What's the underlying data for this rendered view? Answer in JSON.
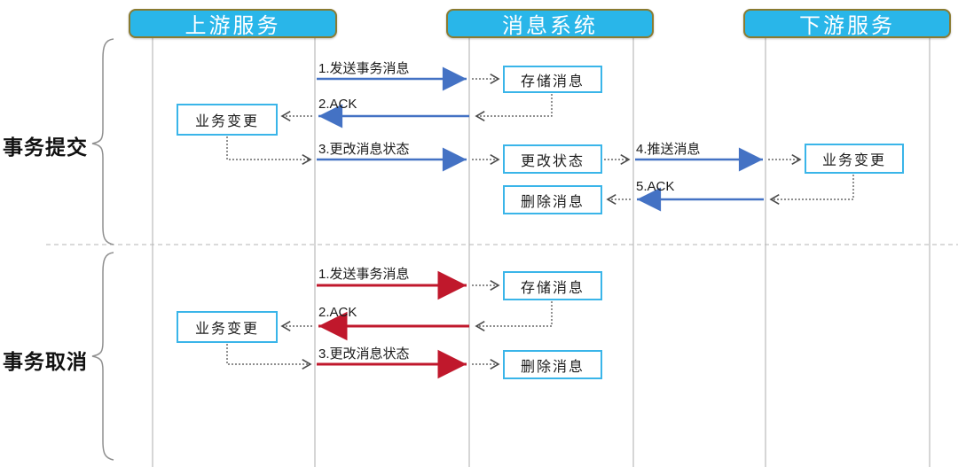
{
  "diagram_title": "transactional-message-sequence",
  "colors": {
    "header_fill": "#29B6E9",
    "header_border": "#8A7B31",
    "box_border": "#3AB5E9",
    "arrow_blue": "#4472C4",
    "arrow_red": "#C0182C",
    "lifeline_gray": "#D6D6D6",
    "connector_gray": "#4A4A4A"
  },
  "actors": [
    {
      "label": "上游服务"
    },
    {
      "label": "消息系统"
    },
    {
      "label": "下游服务"
    }
  ],
  "sections": [
    {
      "label": "事务提交"
    },
    {
      "label": "事务取消"
    }
  ],
  "boxes": {
    "store_top": "存储消息",
    "biz_left_top": "业务变更",
    "change_status": "更改状态",
    "delete_top": "删除消息",
    "biz_right": "业务变更",
    "store_bottom": "存储消息",
    "biz_left_bottom": "业务变更",
    "delete_bottom": "删除消息"
  },
  "messages": {
    "commit": [
      {
        "label": "1.发送事务消息"
      },
      {
        "label": "2.ACK"
      },
      {
        "label": "3.更改消息状态"
      },
      {
        "label": "4.推送消息"
      },
      {
        "label": "5.ACK"
      }
    ],
    "cancel": [
      {
        "label": "1.发送事务消息"
      },
      {
        "label": "2.ACK"
      },
      {
        "label": "3.更改消息状态"
      }
    ]
  }
}
